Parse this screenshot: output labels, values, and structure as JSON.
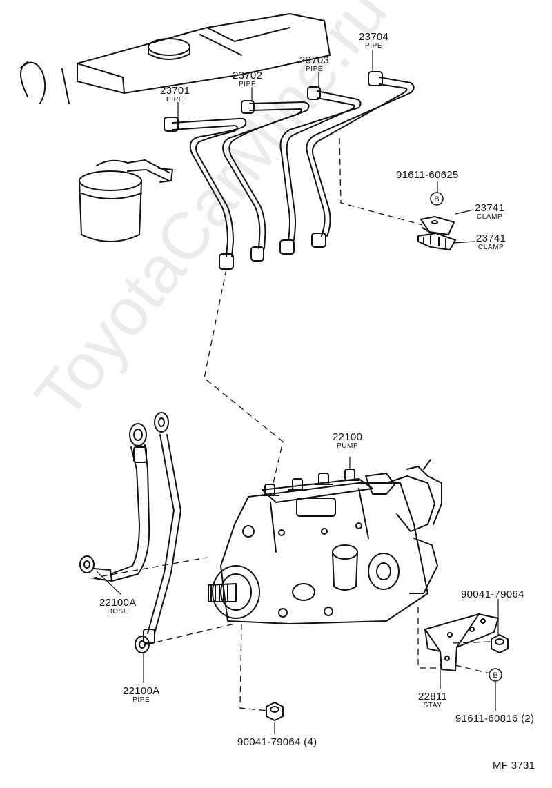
{
  "watermark": "ToyotaCarMine.ru",
  "figure_code": "MF  3731",
  "parts": {
    "p23701": {
      "num": "23701",
      "name": "PIPE"
    },
    "p23702": {
      "num": "23702",
      "name": "PIPE"
    },
    "p23703": {
      "num": "23703",
      "name": "PIPE"
    },
    "p23704": {
      "num": "23704",
      "name": "PIPE"
    },
    "b91611_60625": {
      "num": "91611-60625",
      "marker": "B"
    },
    "clamp1": {
      "num": "23741",
      "name": "CLAMP"
    },
    "clamp2": {
      "num": "23741",
      "name": "CLAMP"
    },
    "p22100": {
      "num": "22100",
      "name": "PUMP"
    },
    "hose": {
      "num": "22100A",
      "name": "HOSE"
    },
    "pipe22100a": {
      "num": "22100A",
      "name": "PIPE"
    },
    "nut_right": {
      "num": "90041-79064"
    },
    "stay": {
      "num": "22811",
      "name": "STAY"
    },
    "b91611_60816": {
      "num": "91611-60816  (2)",
      "marker": "B"
    },
    "nut_bottom": {
      "num": "90041-79064  (4)"
    }
  }
}
